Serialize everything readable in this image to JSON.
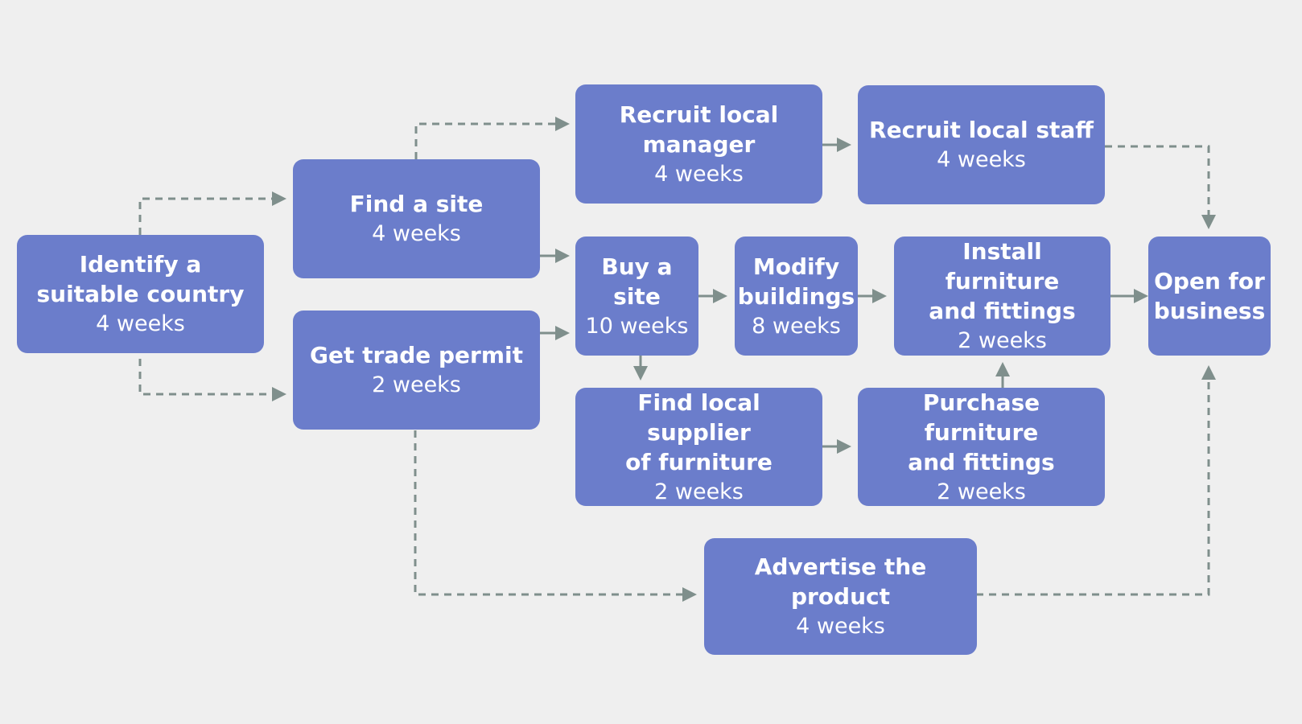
{
  "diagram": {
    "colors": {
      "background": "#efefef",
      "task_fill": "#6b7dcb",
      "task_text": "#ffffff",
      "connector": "#7f8f8c"
    },
    "tasks": [
      {
        "title": "Identify a\nsuitable country",
        "duration": "4 weeks"
      },
      {
        "title": "Find a site",
        "duration": "4 weeks"
      },
      {
        "title": "Get trade permit",
        "duration": "2 weeks"
      },
      {
        "title": "Recruit local\nmanager",
        "duration": "4 weeks"
      },
      {
        "title": "Recruit local staff",
        "duration": "4 weeks"
      },
      {
        "title": "Buy a site",
        "duration": "10 weeks"
      },
      {
        "title": "Modify\nbuildings",
        "duration": "8 weeks"
      },
      {
        "title": "Install furniture\nand fittings",
        "duration": "2 weeks"
      },
      {
        "title": "Open for\nbusiness"
      },
      {
        "title": "Find local supplier\nof furniture",
        "duration": "2 weeks"
      },
      {
        "title": "Purchase furniture\nand fittings",
        "duration": "2 weeks"
      },
      {
        "title": "Advertise the product",
        "duration": "4 weeks"
      }
    ],
    "dependencies": [
      {
        "from": "Identify a suitable country",
        "to": "Find a site",
        "style": "dashed"
      },
      {
        "from": "Identify a suitable country",
        "to": "Get trade permit",
        "style": "dashed"
      },
      {
        "from": "Find a site",
        "to": "Recruit local manager",
        "style": "dashed"
      },
      {
        "from": "Find a site",
        "to": "Buy a site",
        "style": "solid"
      },
      {
        "from": "Get trade permit",
        "to": "Buy a site",
        "style": "solid"
      },
      {
        "from": "Get trade permit",
        "to": "Advertise the product",
        "style": "dashed"
      },
      {
        "from": "Recruit local manager",
        "to": "Recruit local staff",
        "style": "solid"
      },
      {
        "from": "Recruit local staff",
        "to": "Open for business",
        "style": "dashed"
      },
      {
        "from": "Buy a site",
        "to": "Modify buildings",
        "style": "solid"
      },
      {
        "from": "Buy a site",
        "to": "Find local supplier of furniture",
        "style": "solid"
      },
      {
        "from": "Modify buildings",
        "to": "Install furniture and fittings",
        "style": "solid"
      },
      {
        "from": "Install furniture and fittings",
        "to": "Open for business",
        "style": "solid"
      },
      {
        "from": "Find local supplier of furniture",
        "to": "Purchase furniture and fittings",
        "style": "solid"
      },
      {
        "from": "Purchase furniture and fittings",
        "to": "Install furniture and fittings",
        "style": "solid"
      },
      {
        "from": "Advertise the product",
        "to": "Open for business",
        "style": "dashed"
      }
    ]
  }
}
